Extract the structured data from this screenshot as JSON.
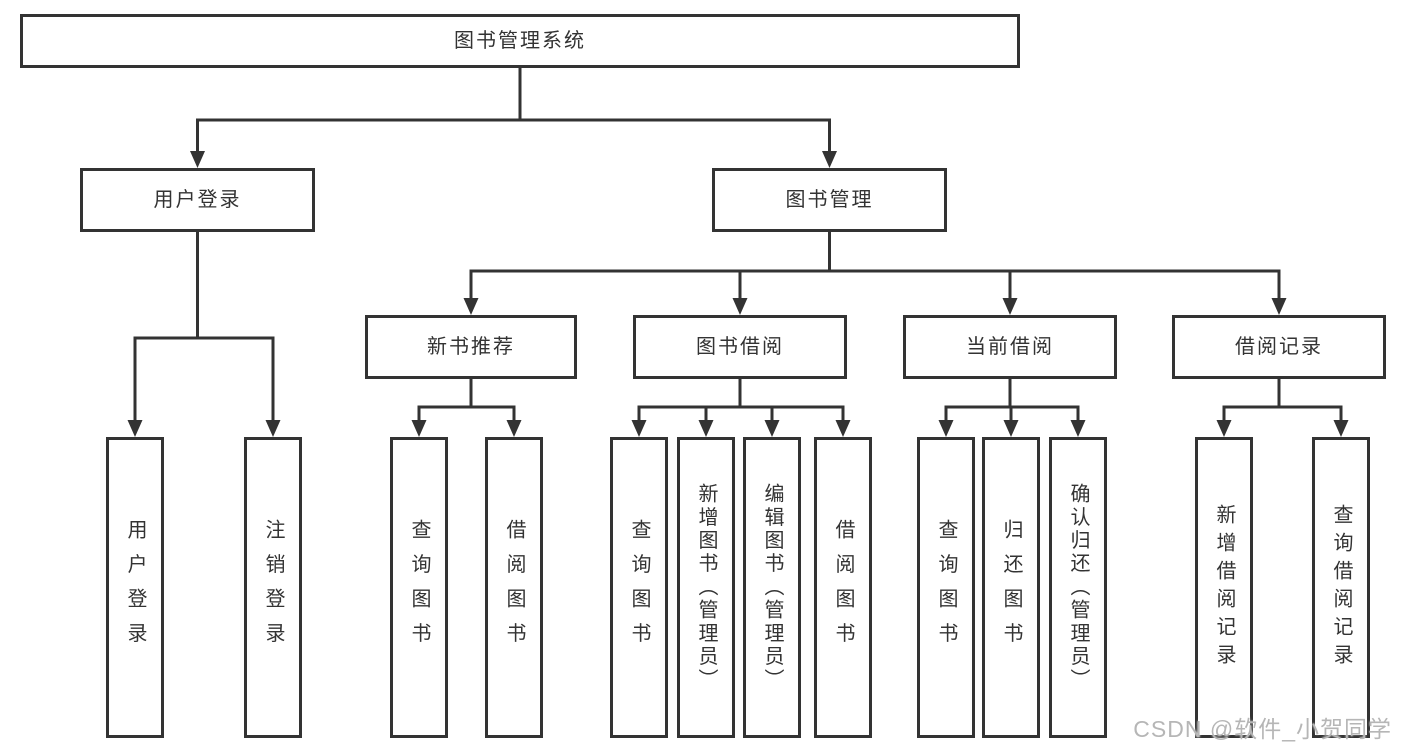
{
  "diagram_type": "functional-structure-tree",
  "colors": {
    "line": "#333333",
    "node_border": "#333333",
    "node_background": "#ffffff",
    "text": "#333333",
    "watermark_text": "#b6b6b6",
    "page_background": "#ffffff"
  },
  "tree": {
    "root": {
      "label": "图书管理系统"
    },
    "branches": [
      {
        "label": "用户登录",
        "children": [
          {
            "label": "用户登录"
          },
          {
            "label": "注销登录"
          }
        ]
      },
      {
        "label": "图书管理",
        "children": [
          {
            "label": "新书推荐",
            "children": [
              {
                "label": "查询图书"
              },
              {
                "label": "借阅图书"
              }
            ]
          },
          {
            "label": "图书借阅",
            "children": [
              {
                "label": "查询图书"
              },
              {
                "label": "新增图书（管理员）"
              },
              {
                "label": "编辑图书（管理员）"
              },
              {
                "label": "借阅图书"
              }
            ]
          },
          {
            "label": "当前借阅",
            "children": [
              {
                "label": "查询图书"
              },
              {
                "label": "归还图书"
              },
              {
                "label": "确认归还（管理员）"
              }
            ]
          },
          {
            "label": "借阅记录",
            "children": [
              {
                "label": "新增借阅记录"
              },
              {
                "label": "查询借阅记录"
              }
            ]
          }
        ]
      }
    ]
  },
  "watermark": "CSDN @软件_小贺同学"
}
